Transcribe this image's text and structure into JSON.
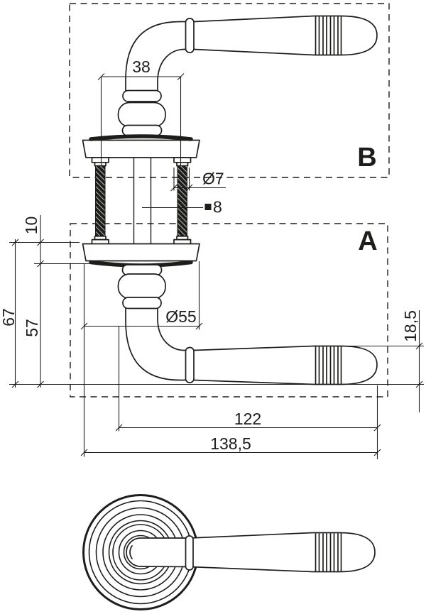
{
  "drawing": {
    "background_color": "#ffffff",
    "line_color": "#1d1d1b",
    "views": {
      "top_side_view": {
        "label": "B"
      },
      "middle_side_view": {
        "label": "A"
      }
    },
    "dimensions": {
      "bolt_spacing": "38",
      "bolt_diameter": "Ø7",
      "spindle_square": "8",
      "rose_height": "10",
      "overall_height": "67",
      "handle_height": "57",
      "rose_diameter": "Ø55",
      "grip_diameter": "18,5",
      "lever_length": "122",
      "overall_length": "138,5"
    }
  }
}
